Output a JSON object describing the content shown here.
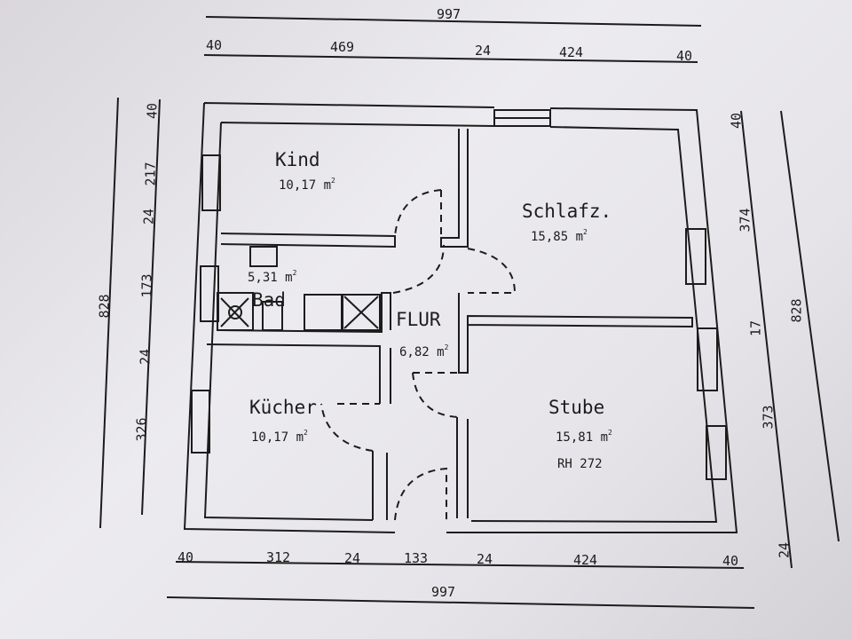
{
  "rooms": {
    "kind": {
      "name": "Kind",
      "area": "10,17 m"
    },
    "schlaf": {
      "name": "Schlafz.",
      "area": "15,85 m"
    },
    "bad": {
      "name": "Bad",
      "area": "5,31 m"
    },
    "flur": {
      "name": "FLUR",
      "area": "6,82 m"
    },
    "kueche": {
      "name": "Kücher",
      "area": "10,17 m"
    },
    "stube": {
      "name": "Stube",
      "area": "15,81 m",
      "height": "RH 272"
    }
  },
  "area_unit_exponent": "2",
  "dimensions": {
    "top_total": "997",
    "top": [
      "40",
      "469",
      "24",
      "424",
      "40"
    ],
    "bottom": [
      "40",
      "312",
      "24",
      "133",
      "24",
      "424",
      "40"
    ],
    "bottom_total": "997",
    "left_total": "828",
    "left": [
      "40",
      "217",
      "24",
      "173",
      "24",
      "326"
    ],
    "right": [
      "40",
      "374",
      "17",
      "373",
      "24"
    ],
    "right_total": "828"
  },
  "colors": {
    "line": "#1c1c1c",
    "paper": "#e8e6ea"
  }
}
